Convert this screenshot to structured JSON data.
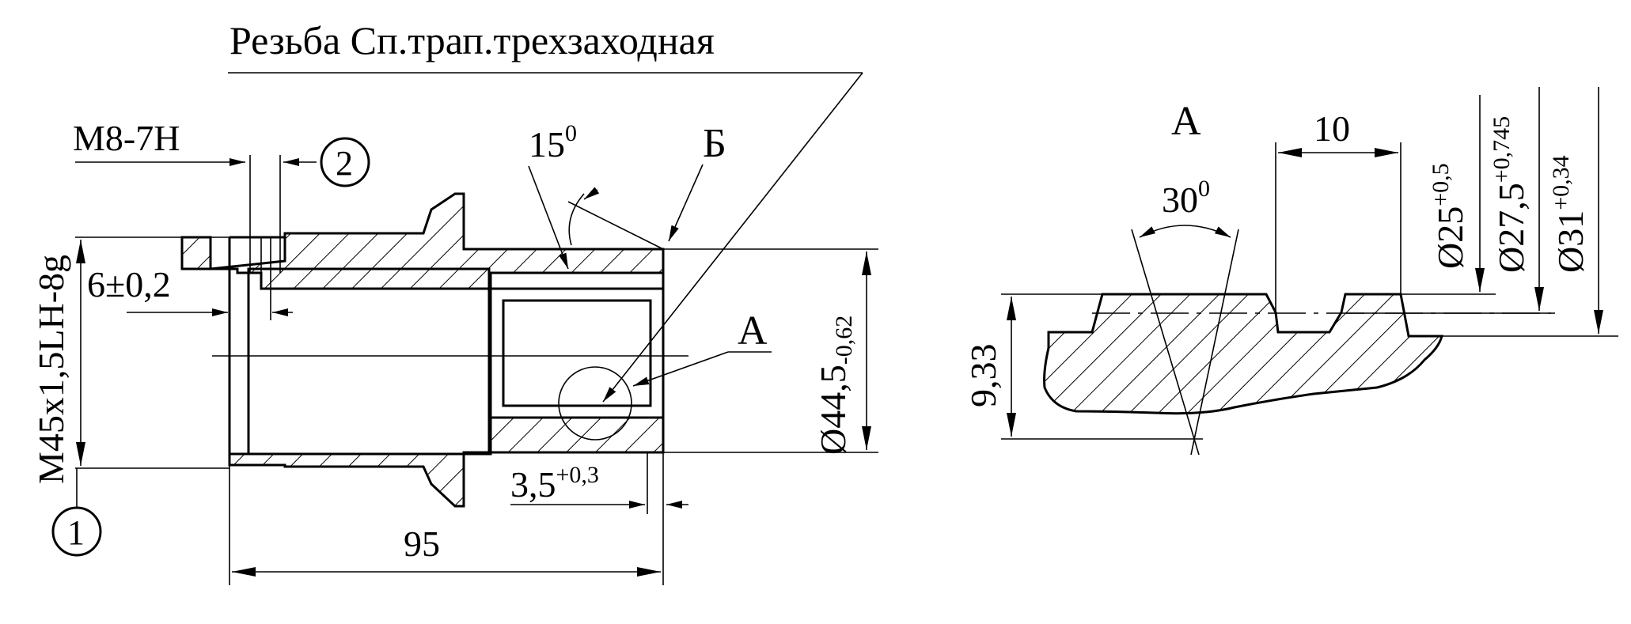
{
  "labels": {
    "thread_title": "Резьба Сп.трап.трехзаходная",
    "hole_thread": "M8-7H",
    "outer_thread": "M45x1,5LH-8g",
    "hole_depth": "6±0,2",
    "angle_15_base": "15",
    "angle_15_exp": "0",
    "view_b": "Б",
    "view_a_callout": "A",
    "diameter_44_base": "Ø44,5",
    "diameter_44_tol": "-0,62",
    "groove_base": "3,5",
    "groove_tol": "+0,3",
    "length_95": "95",
    "marker_1": "1",
    "marker_2": "2",
    "detail_title": "A",
    "pitch_10": "10",
    "angle_30_base": "30",
    "angle_30_exp": "0",
    "height_933": "9,33",
    "d25_base": "Ø25",
    "d25_tol": "+0,5",
    "d275_base": "Ø27,5",
    "d275_tol": "+0,745",
    "d31_base": "Ø31",
    "d31_tol": "+0,34"
  }
}
